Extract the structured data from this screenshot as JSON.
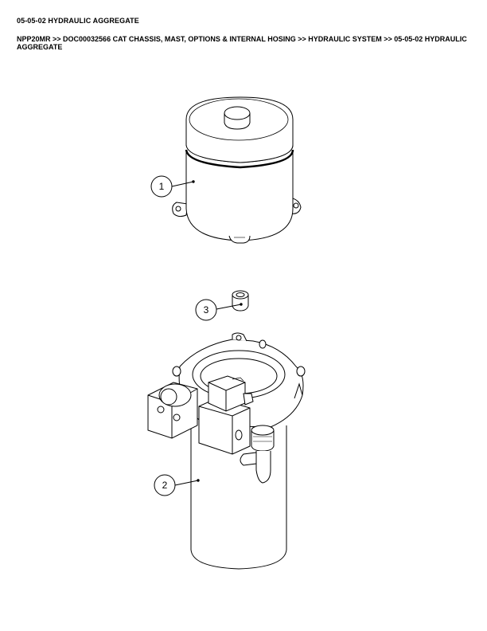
{
  "header": {
    "title": "05-05-02 HYDRAULIC AGGREGATE",
    "breadcrumb": "NPP20MR >> DOC00032566 CAT CHASSIS, MAST, OPTIONS & INTERNAL HOSING >> HYDRAULIC SYSTEM >> 05-05-02 HYDRAULIC AGGREGATE"
  },
  "diagram": {
    "callouts": [
      {
        "label": "1",
        "part": "motor-cover"
      },
      {
        "label": "3",
        "part": "bushing"
      },
      {
        "label": "2",
        "part": "hydraulic-pump-tank"
      }
    ]
  }
}
